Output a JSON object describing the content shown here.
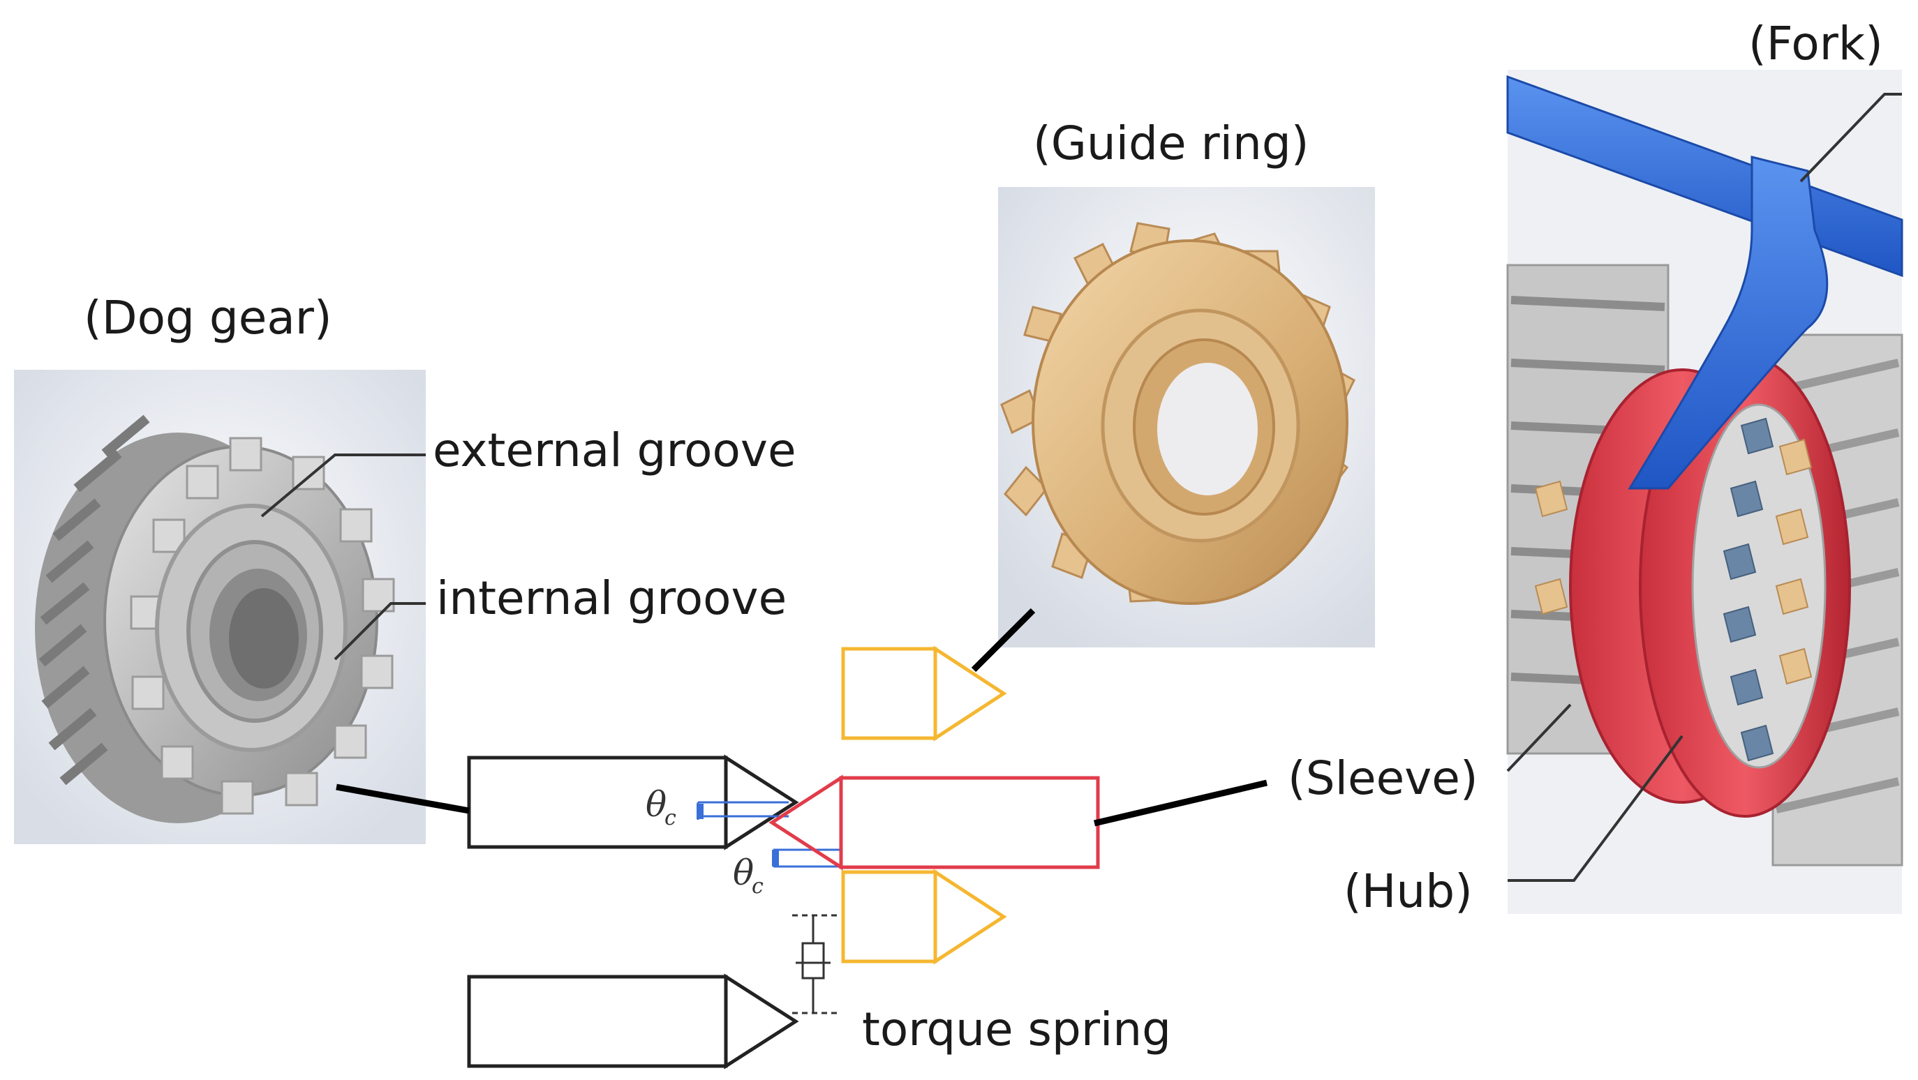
{
  "labels": {
    "dog_gear": "(Dog gear)",
    "guide_ring": "(Guide ring)",
    "fork": "(Fork)",
    "sleeve": "(Sleeve)",
    "hub": "(Hub)",
    "external_groove": "external groove",
    "internal_groove": "internal groove",
    "torque_spring": "torque spring",
    "theta_symbol": "θ",
    "theta_sub": "c"
  },
  "colors": {
    "gear_gray": "#a9a9a9",
    "guide_gold": "#d9b27a",
    "guide_outline": "#f5b731",
    "sleeve_red": "#e23b4a",
    "fork_blue": "#2f6fe0",
    "angle_blue": "#3a6fd8",
    "leader_black": "#000000"
  }
}
